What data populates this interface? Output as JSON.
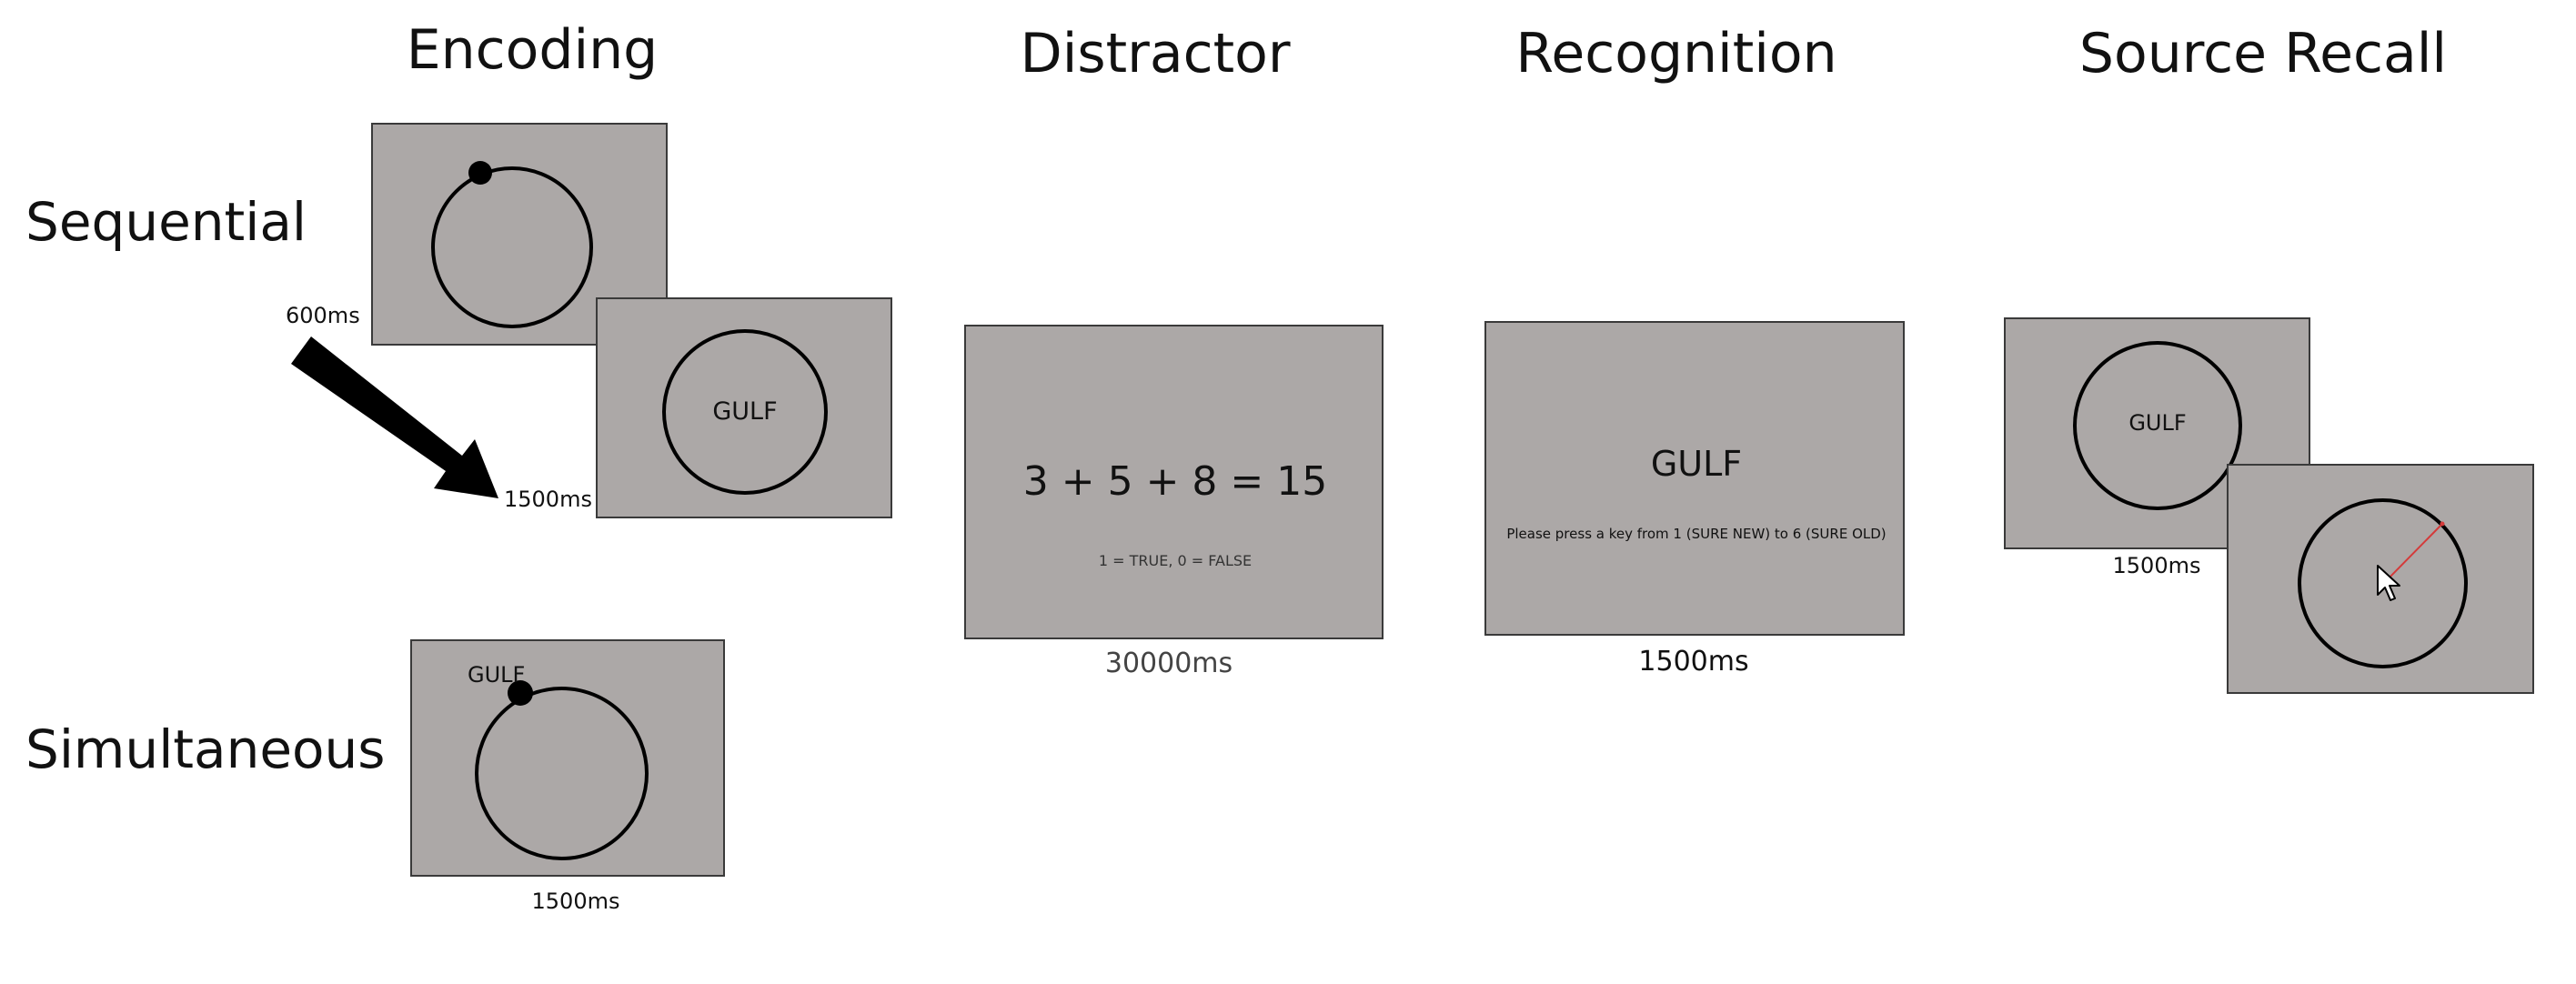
{
  "headers": {
    "encoding": "Encoding",
    "distractor": "Distractor",
    "recognition": "Recognition",
    "source_recall": "Source Recall"
  },
  "row_labels": {
    "sequential": "Sequential",
    "simultaneous": "Simultaneous"
  },
  "sequential": {
    "dot_duration": "600ms",
    "word_duration": "1500ms",
    "word": "GULF"
  },
  "simultaneous": {
    "word": "GULF",
    "duration": "1500ms"
  },
  "distractor": {
    "equation": "3 + 5 + 8 = 15",
    "instruction": "1 = TRUE, 0 = FALSE",
    "duration": "30000ms"
  },
  "recognition": {
    "word": "GULF",
    "instruction": "Please press a key from 1 (SURE NEW) to 6 (SURE OLD)",
    "duration": "1500ms"
  },
  "source_recall": {
    "word": "GULF",
    "duration": "1500ms"
  },
  "colors": {
    "screen_bg": "#aca8a7",
    "ring": "#000000",
    "response_line": "#d43a3a"
  },
  "icons": [
    "arrow-icon",
    "cursor-icon"
  ]
}
